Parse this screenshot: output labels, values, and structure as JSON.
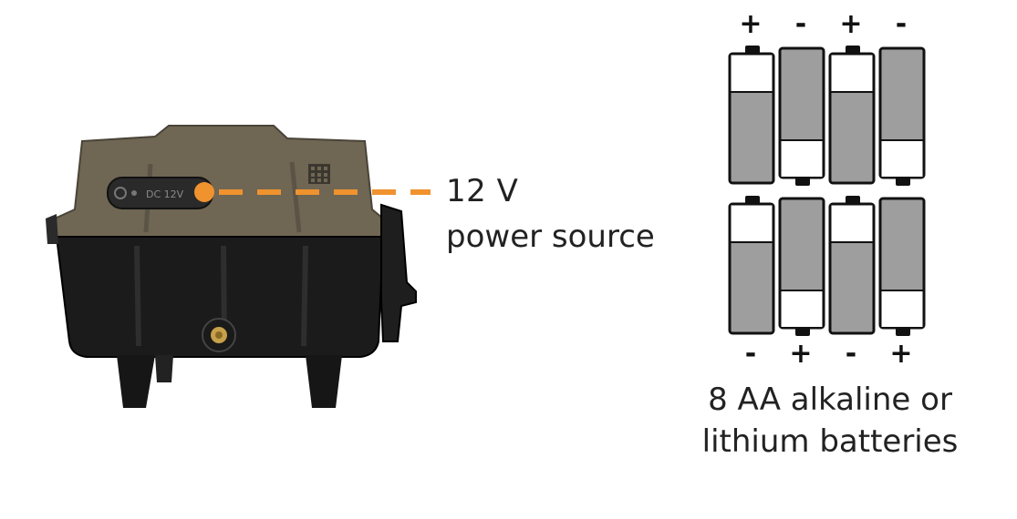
{
  "power_label": {
    "line1": "12 V",
    "line2": "power source"
  },
  "battery_caption": {
    "line1": "8 AA alkaline or",
    "line2": "lithium batteries"
  },
  "camera_port_text": "DC 12V",
  "battery_rows": [
    {
      "top_signs": [
        "+",
        "-",
        "+",
        "-"
      ],
      "orientation": [
        "up",
        "down",
        "up",
        "down"
      ]
    },
    {
      "bottom_signs": [
        "-",
        "+",
        "-",
        "+"
      ],
      "orientation": [
        "up",
        "down",
        "up",
        "down"
      ]
    }
  ],
  "colors": {
    "accent": "#F0922E",
    "camera_shell": "#6F6654",
    "camera_body": "#1B1B1B",
    "battery_fill": "#9E9E9E",
    "battery_outline": "#111111"
  }
}
